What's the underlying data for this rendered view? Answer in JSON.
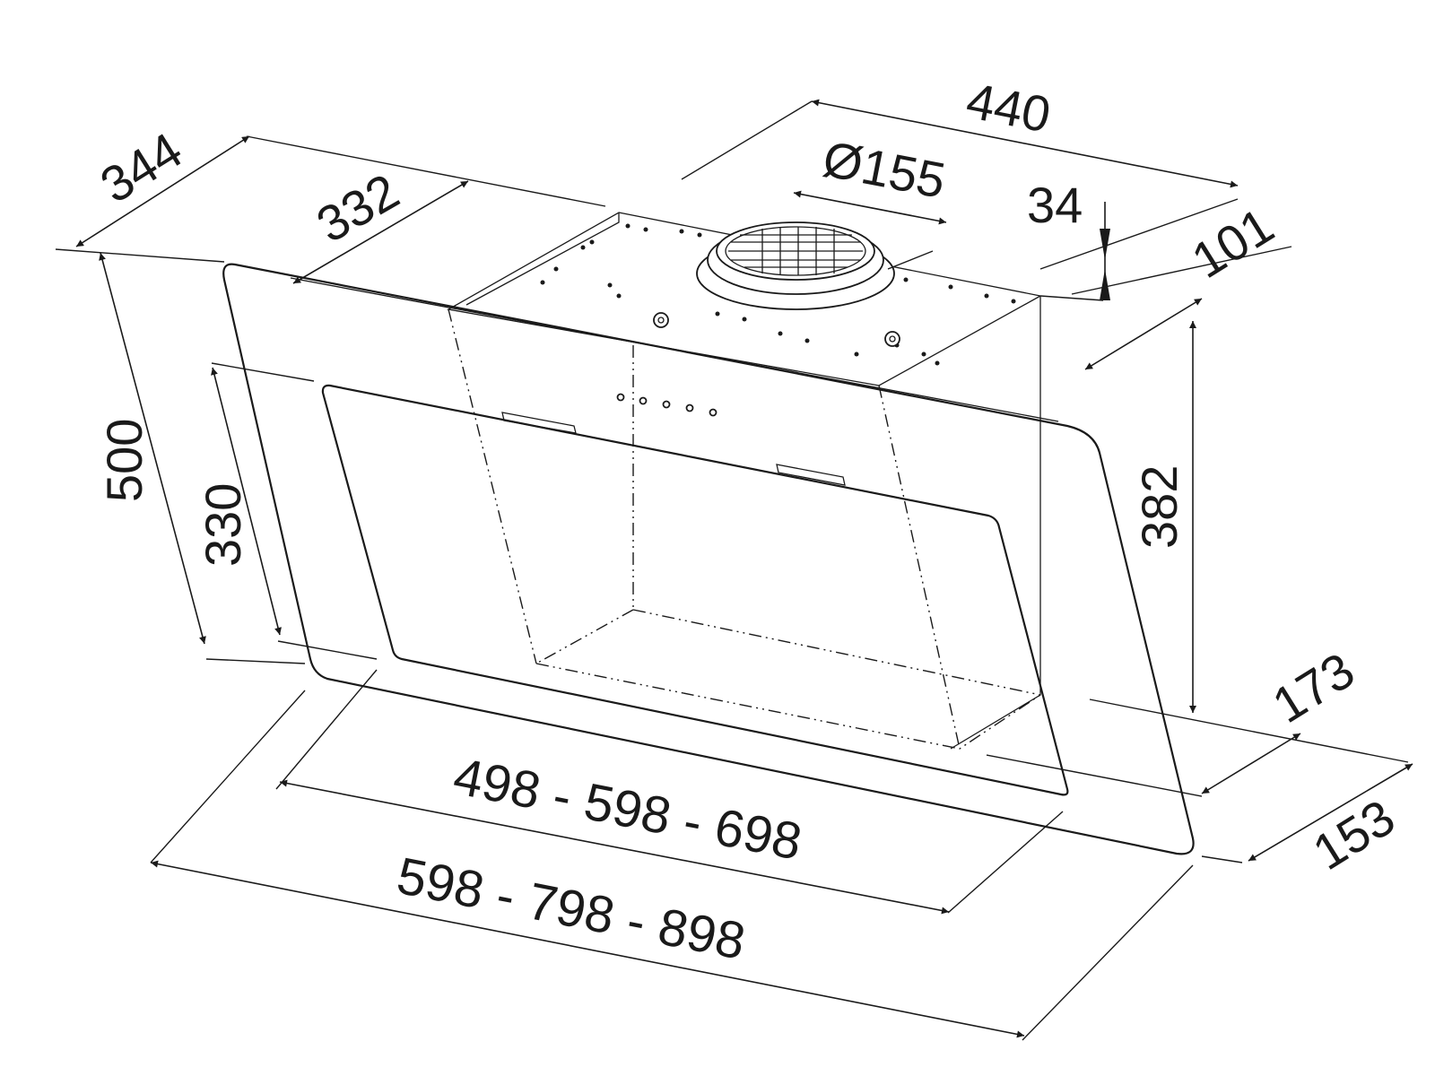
{
  "drawing": {
    "dimensions": {
      "width_344": "344",
      "depth_332": "332",
      "top_440": "440",
      "duct_diameter": "Ø155",
      "offset_34": "34",
      "offset_101": "101",
      "height_500": "500",
      "height_330": "330",
      "height_382": "382",
      "depth_173": "173",
      "depth_153": "153",
      "inner_widths": "498 - 598 - 698",
      "outer_widths": "598 - 798 - 898"
    },
    "colors": {
      "line": "#1a1a1a",
      "background": "#ffffff"
    }
  }
}
